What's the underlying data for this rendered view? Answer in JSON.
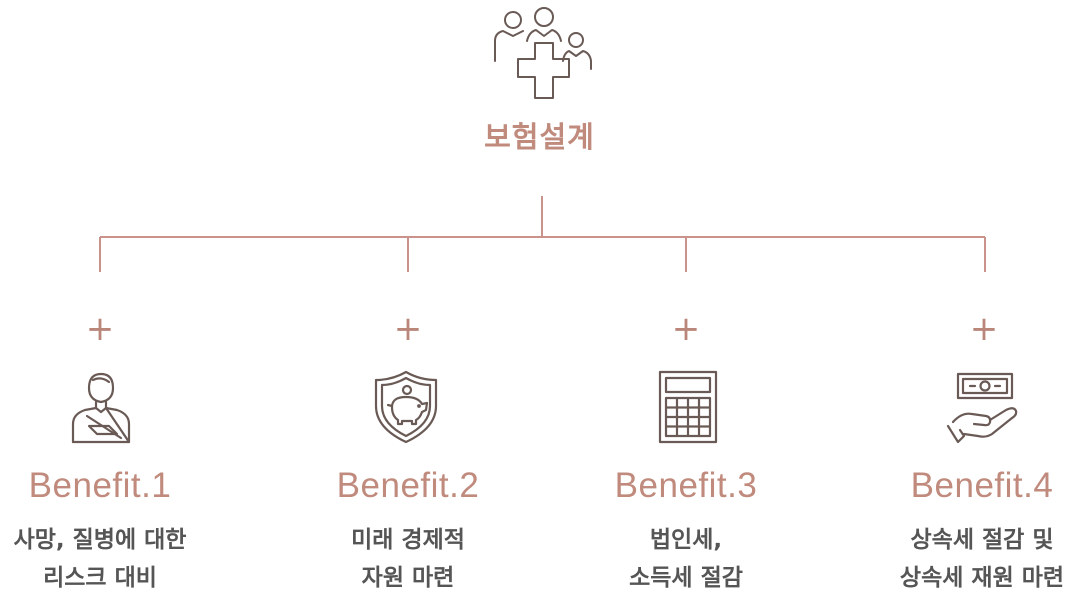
{
  "header": {
    "icon": "family-medical-cross-icon",
    "title": "보험설계"
  },
  "benefits": [
    {
      "label": "Benefit.1",
      "icon": "injured-person-icon",
      "desc": "사망, 질병에 대한\n리스크 대비"
    },
    {
      "label": "Benefit.2",
      "icon": "piggy-bank-shield-icon",
      "desc": "미래 경제적\n 자원 마련"
    },
    {
      "label": "Benefit.3",
      "icon": "calculator-icon",
      "desc": "법인세,\n소득세 절감"
    },
    {
      "label": "Benefit.4",
      "icon": "money-hand-icon",
      "desc": "상속세 절감 및\n상속세 재원 마련"
    }
  ],
  "plus_symbol": "+",
  "colors": {
    "accent": "#c08a7d",
    "line": "#c9928a",
    "icon": "#6a5a55",
    "text": "#555555"
  }
}
